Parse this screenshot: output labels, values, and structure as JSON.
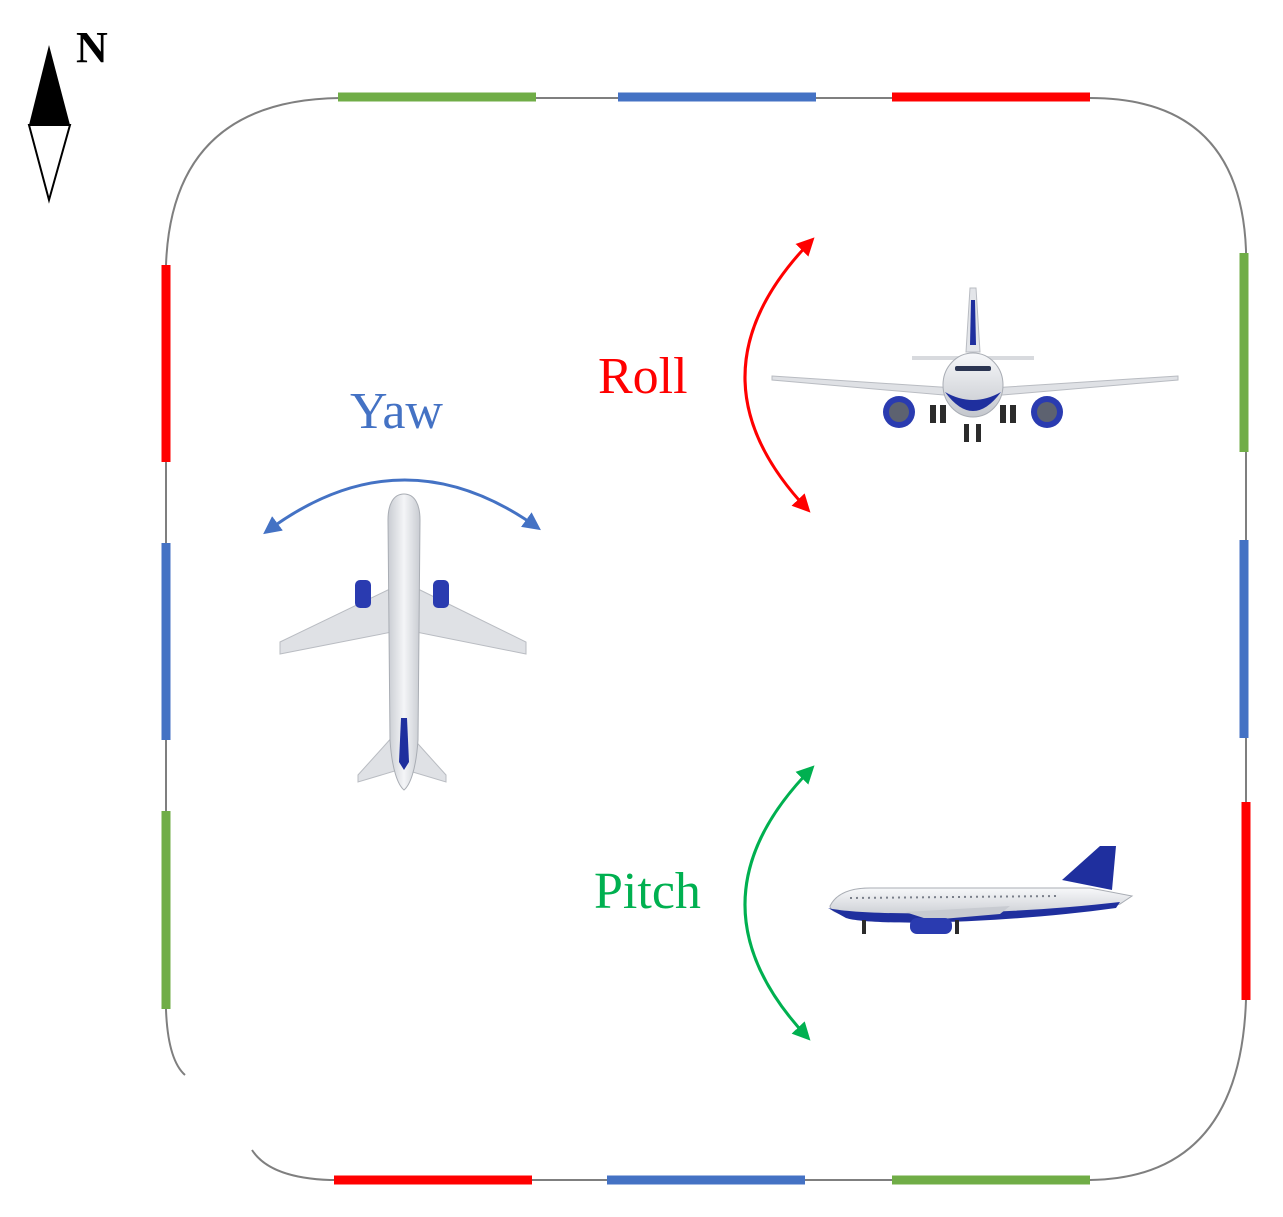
{
  "compass": {
    "label": "N",
    "icon": "north-arrow-icon"
  },
  "labels": {
    "yaw": "Yaw",
    "roll": "Roll",
    "pitch": "Pitch"
  },
  "colors": {
    "red": "#ff0000",
    "blue": "#4472c4",
    "green": "#70ad47",
    "pitch_green": "#00b050",
    "border_line": "#7f7f7f",
    "aircraft_body": "#e6e8ec",
    "aircraft_livery": "#1f2f9e"
  },
  "icons": {
    "yaw_aircraft": "airplane-top-view-icon",
    "roll_aircraft": "airplane-front-view-icon",
    "pitch_aircraft": "airplane-side-view-icon"
  }
}
